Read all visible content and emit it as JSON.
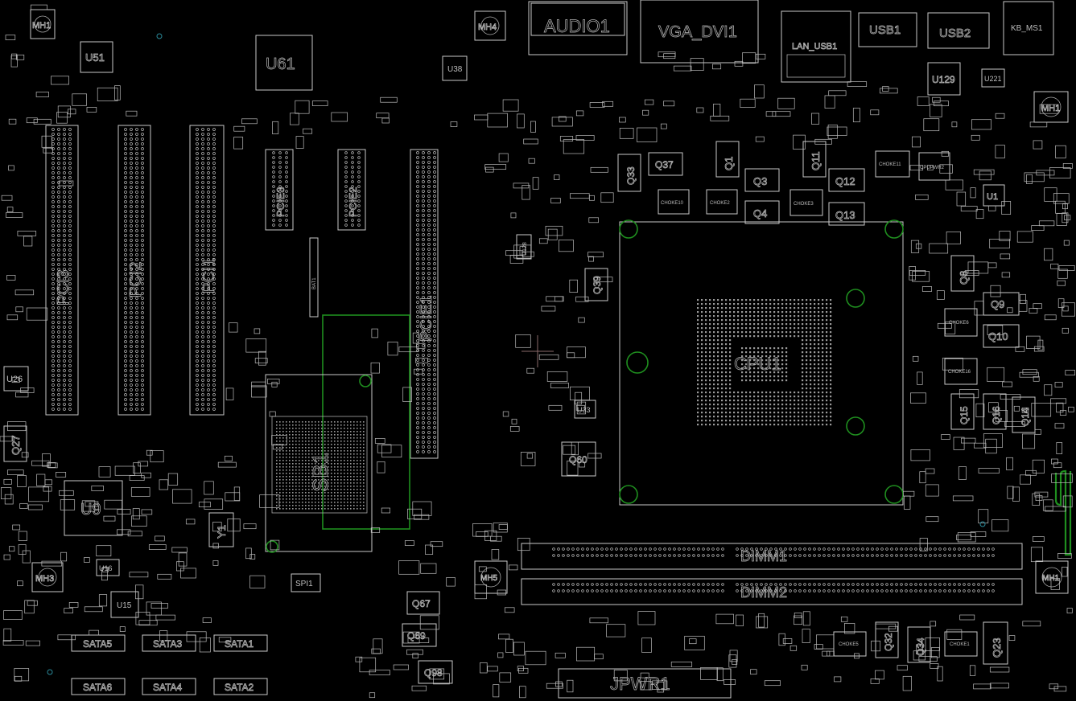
{
  "labels": {
    "audio": "AUDIO1",
    "vga": "VGA_DVI1",
    "lan": "LAN_USB1",
    "usb1": "USB1",
    "usb2": "USB2",
    "kbms": "KB_MS1",
    "u51": "U51",
    "u61": "U61",
    "u38": "U38",
    "u129": "U129",
    "u221": "U221",
    "u1": "U1",
    "u26": "U26",
    "u9": "U9",
    "u16": "U16",
    "u15": "U15",
    "u33": "U33",
    "u128": "U128",
    "pci3": "PCI3",
    "pci2": "PCI2",
    "pci1": "PCI1",
    "pcie1": "PCIE1",
    "pcie2": "PCIE2",
    "pcie3": "PCIE3",
    "cpu": "CPU1",
    "dimm1": "DIMM1",
    "dimm2": "DIMM2",
    "jpwr": "JPWR1",
    "spi": "SPI1",
    "sata1": "SATA1",
    "sata2": "SATA2",
    "sata3": "SATA3",
    "sata4": "SATA4",
    "sata5": "SATA5",
    "sata6": "SATA6",
    "sb": "SB1",
    "y1": "Y1",
    "mh": "MH1",
    "mh4": "MH4",
    "mh3": "MH3",
    "mh5": "MH5",
    "q1": "Q1",
    "q3": "Q3",
    "q4": "Q4",
    "q8": "Q8",
    "q9": "Q9",
    "q10": "Q10",
    "q11": "Q11",
    "q12": "Q12",
    "q13": "Q13",
    "q14": "Q14",
    "q15": "Q15",
    "q16": "Q16",
    "q23": "Q23",
    "q27": "Q27",
    "q32": "Q32",
    "q33": "Q33",
    "q34": "Q34",
    "q37": "Q37",
    "q39": "Q39",
    "q60": "Q60",
    "q67": "Q67",
    "q69": "Q69",
    "q98": "Q98",
    "choke1": "CHOKE1",
    "choke2": "CHOKE2",
    "choke3": "CHOKE3",
    "choke5": "CHOKE5",
    "choke6": "CHOKE6",
    "choke10": "CHOKE10",
    "choke11": "CHOKE11",
    "choke16": "CHOKE16",
    "cpupwr": "CPUPWR2",
    "bat": "BAT1"
  }
}
